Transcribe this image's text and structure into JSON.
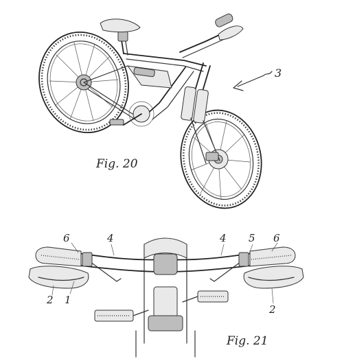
{
  "figures": [
    {
      "caption": "Fig. 20",
      "references": [
        "3"
      ]
    },
    {
      "caption": "Fig. 21",
      "references": [
        "6",
        "4",
        "4",
        "5",
        "6",
        "2",
        "1",
        "2"
      ]
    }
  ]
}
